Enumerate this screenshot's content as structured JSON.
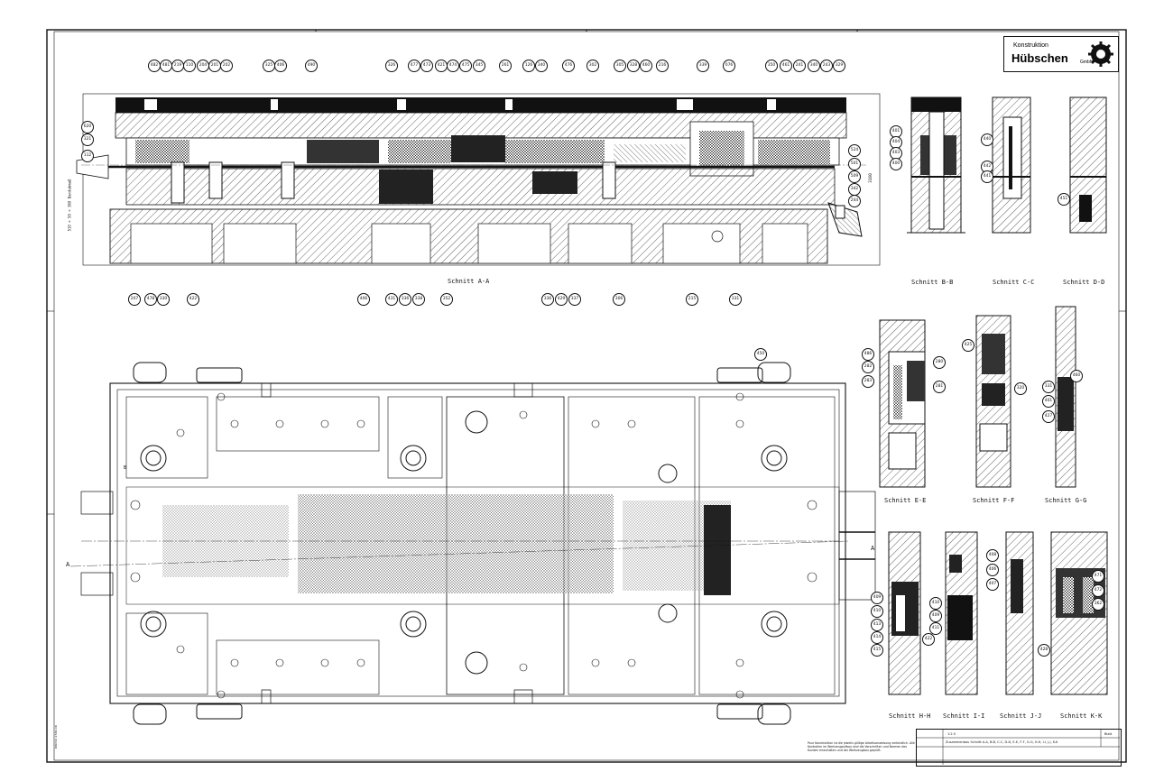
{
  "logo": {
    "line1": "Konstruktion",
    "line2": "Hübschen",
    "line3": "GmbH"
  },
  "sections": [
    {
      "id": "aa",
      "label": "Schnitt A-A"
    },
    {
      "id": "bb",
      "label": "Schnitt B-B"
    },
    {
      "id": "cc",
      "label": "Schnitt C-C"
    },
    {
      "id": "dd",
      "label": "Schnitt D-D"
    },
    {
      "id": "ee",
      "label": "Schnitt E-E"
    },
    {
      "id": "ff",
      "label": "Schnitt F-F"
    },
    {
      "id": "gg",
      "label": "Schnitt G-G"
    },
    {
      "id": "hh",
      "label": "Schnitt H-H"
    },
    {
      "id": "ii",
      "label": "Schnitt I-I"
    },
    {
      "id": "jj",
      "label": "Schnitt J-J"
    },
    {
      "id": "kk",
      "label": "Schnitt K-K"
    }
  ],
  "top_callouts": [
    "482",
    "481",
    "219",
    "110",
    "204",
    "201",
    "202",
    "325",
    "406",
    "490",
    "326",
    "477",
    "473",
    "421",
    "474",
    "475",
    "345",
    "261",
    "126",
    "340",
    "476",
    "302",
    "305",
    "328",
    "460",
    "216",
    "339",
    "076",
    "350",
    "461",
    "241",
    "340",
    "243",
    "329"
  ],
  "bottom_callouts": [
    "207",
    "478",
    "330",
    "422",
    "406",
    "431",
    "336",
    "338",
    "352",
    "336",
    "429",
    "337",
    "306",
    "215",
    "331"
  ],
  "left_callouts": [
    "620",
    "321",
    "112"
  ],
  "right_callouts": [
    "524",
    "501",
    "509",
    "342",
    "244"
  ],
  "bb_callouts": [
    "401",
    "404",
    "403",
    "400"
  ],
  "cc_callouts": [
    "440",
    "442",
    "441"
  ],
  "dd_callouts": [
    "451"
  ],
  "ee_callouts": [
    "486",
    "282",
    "283",
    "280",
    "281"
  ],
  "ff_callouts": [
    "425",
    "320"
  ],
  "gg_callouts": [
    "460",
    "331",
    "401",
    "427"
  ],
  "hh_callouts": [
    "409",
    "410",
    "413",
    "414",
    "415",
    "422"
  ],
  "ii_callouts": [
    "410",
    "409",
    "411"
  ],
  "jj_callouts": [
    "408",
    "406",
    "407"
  ],
  "kk_callouts": [
    "471",
    "472",
    "362",
    "428"
  ],
  "plan_callouts": [
    "450"
  ],
  "vertical_dim": "3160",
  "left_dim_text": "510 × 50 × 360 Bandabmaß",
  "cut_markers": {
    "a_left": "A",
    "a_right": "A",
    "b": "B"
  },
  "footnote": "Pour Konstruktion ist die jeweils gültige Arbeitsanweisung verbindlich. Alle Kontrollen im Werkzeugaufbau sind die Vorschriften und Normen des Kunden einzuhalten und der Werkzeugbau geprüft.",
  "title_block": {
    "scale": "1:2.5",
    "title": "Zusammenbau Schnitt A-A, B-B, C-C, D-D, E-E, F-F, G-G, H-H, I-I, J-J, K-K",
    "sheet": "Blatt"
  }
}
